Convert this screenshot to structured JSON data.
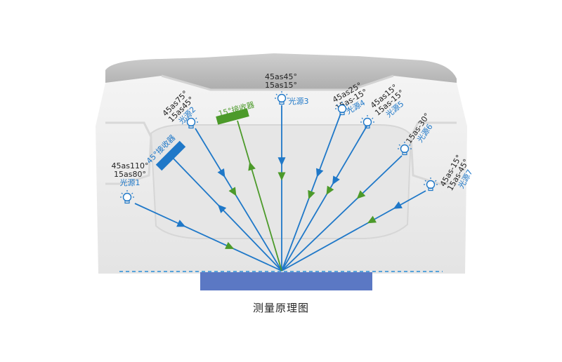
{
  "caption": "测量原理图",
  "colors": {
    "blue": "#1f78c8",
    "green": "#4c9a2a",
    "device_body": "#ececec",
    "device_rim": "#b9b9b9",
    "sample": "#5b78c4",
    "dashed_line": "#2a8fd8"
  },
  "lights": [
    {
      "name": "光源1",
      "lines": [
        "45as110°",
        "15as80°"
      ],
      "icon": "bulb-icon"
    },
    {
      "name": "光源2",
      "lines": [
        "45as75°",
        "15as45°"
      ],
      "icon": "bulb-icon"
    },
    {
      "name": "光源3",
      "lines": [
        "45as45°",
        "15as15°"
      ],
      "icon": "bulb-icon"
    },
    {
      "name": "光源4",
      "lines": [
        "45as25°",
        "15as-15°"
      ],
      "icon": "bulb-icon"
    },
    {
      "name": "光源5",
      "lines": [
        "45as15°",
        "15as-15°"
      ],
      "icon": "bulb-icon"
    },
    {
      "name": "光源6",
      "lines": [
        "15as-30°"
      ],
      "icon": "bulb-icon"
    },
    {
      "name": "光源7",
      "lines": [
        "45as-15°",
        "15as-45°"
      ],
      "icon": "bulb-icon"
    }
  ],
  "receivers": [
    {
      "name": "45°接收器",
      "color": "blue"
    },
    {
      "name": "15°接收器",
      "color": "green"
    }
  ]
}
